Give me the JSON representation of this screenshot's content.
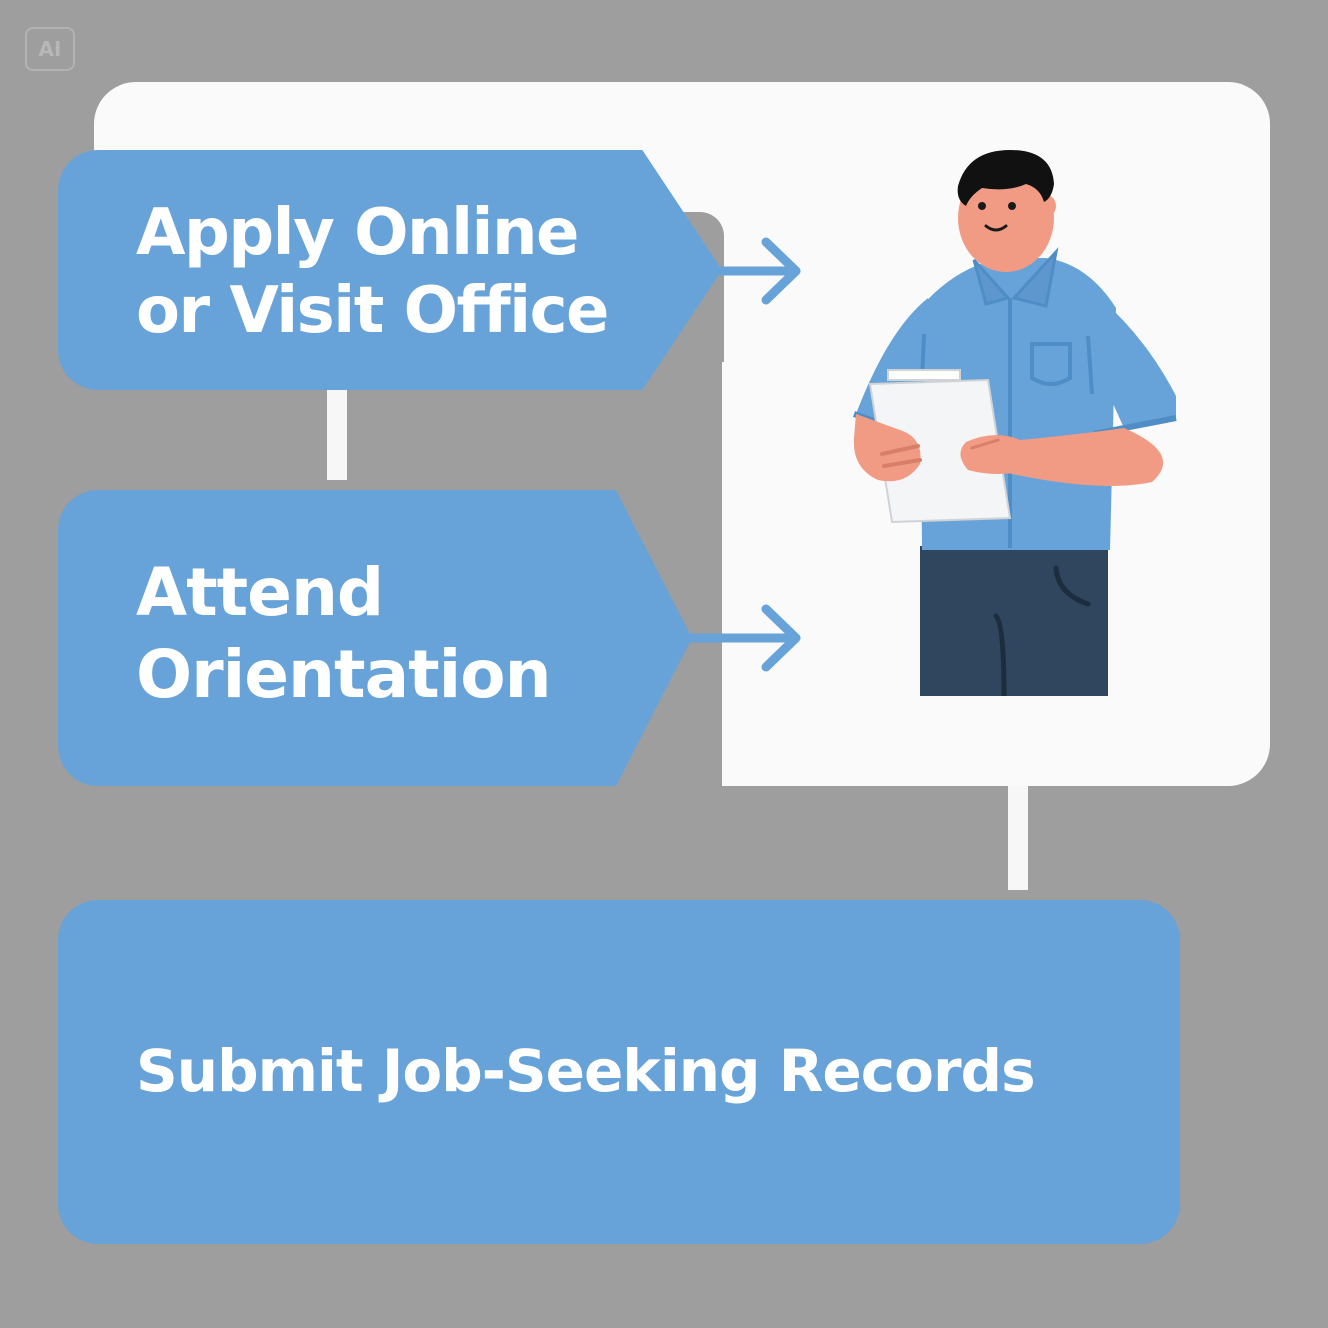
{
  "badge": {
    "label": "AI"
  },
  "steps": [
    {
      "lines": [
        "Apply Online",
        "or Visit Office"
      ]
    },
    {
      "lines": [
        "Attend",
        "Orientation"
      ]
    },
    {
      "lines": [
        "Submit Job-Seeking Records"
      ]
    }
  ],
  "colors": {
    "background": "#9e9e9e",
    "panel": "#fafafa",
    "step_fill": "#67a3d8",
    "text": "#ffffff",
    "shirt": "#67a3d8",
    "pants": "#2f465e",
    "skin": "#f29b84",
    "hair": "#111111"
  },
  "icons": {
    "arrow_1": "right-arrow-icon",
    "arrow_2": "right-arrow-icon",
    "illustration": "person-holding-document-icon"
  }
}
